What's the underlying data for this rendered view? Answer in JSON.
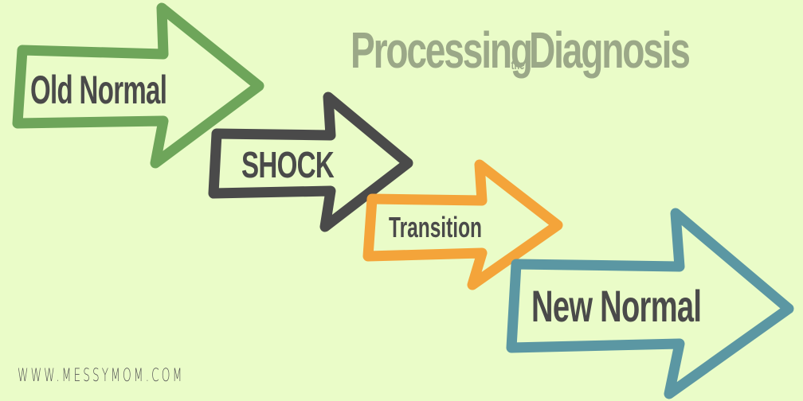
{
  "title": {
    "part1": "Processing",
    "connector": "the",
    "part2": "Diagnosis",
    "color": "#9ba888"
  },
  "stages": [
    {
      "label": "Old Normal",
      "color": "#6ea55a"
    },
    {
      "label": "SHOCK",
      "color": "#4a4a4a"
    },
    {
      "label": "Transition",
      "color": "#f4a43a"
    },
    {
      "label": "New Normal",
      "color": "#5b97a3"
    }
  ],
  "footer": {
    "url": "WWW.MESSYMOM.COM"
  },
  "colors": {
    "background": "#eafcc8",
    "text": "#4a4a4a"
  }
}
